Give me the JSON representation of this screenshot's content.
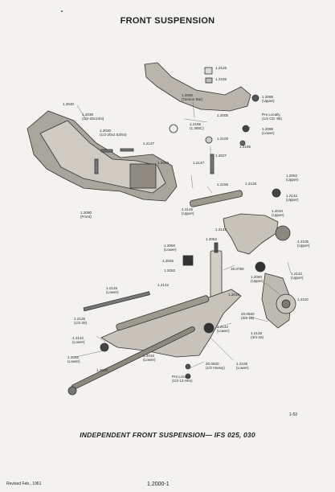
{
  "header": {
    "title": "FRONT SUSPENSION"
  },
  "caption": "INDEPENDENT FRONT SUSPENSION— IFS 025, 030",
  "page_ref": "1-53",
  "footer": {
    "revised": "Revised Feb., 1961",
    "doc_number": "1.2000-1"
  },
  "callouts": [
    "1.2125",
    "1.2155",
    "1.2090\n(Torsion Bar)",
    "1.2095\n(Upper)",
    "1.2005",
    "Pro Locally\n(1/2 CD. 85)",
    "1.2165\n(1.385C)",
    "1.2100",
    "1.2096\n(Lower)",
    "1.2195",
    "1.2027",
    "1.2040",
    "1.2030\n(1/2-20x13/4)",
    "1.2030\n(1/2-20x2 53/64)",
    "1.2137",
    "1.2040",
    "1.2147",
    "1.2155",
    "1.2125",
    "1.2062\n(Upper)",
    "1.2142\n(Upper)",
    "1.2145\n(Upper)",
    "1.2010\n(Upper)",
    "1.2090\n(Front)",
    "1.2142",
    "1.2052",
    "1.2050\n(Lower)",
    "1.2105\n(Upper)",
    "1.2025",
    "15.0750",
    "1.2142\n(Upper)",
    "1.2052",
    "1.2060\n(Upper)",
    "1.2145\n(Lower)",
    "1.2142",
    "1.2015",
    "1.2110",
    "20.0520\n(3/8-18)",
    "1.2125\n(1/2-20)",
    "1.2126\n(3/4-16)",
    "1.2142\n(Lower)",
    "1.2142\n(Lower)",
    "1.2010\n(Lower)",
    "1.2052\n(Lower)",
    "20.0820\n(1/2 Heavy)",
    "1.2105\n(Lower)",
    "Pro Locally\n(1/2-13 Hex)",
    "1.2020"
  ]
}
